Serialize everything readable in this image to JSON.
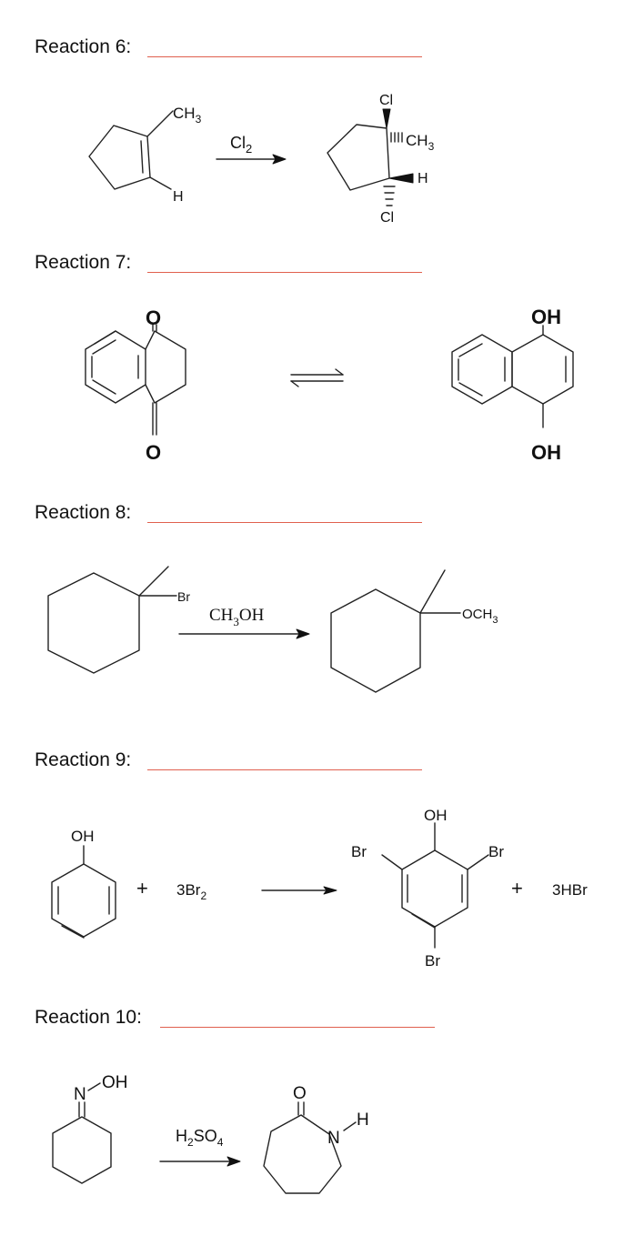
{
  "reactions": [
    {
      "label": "Reaction 6:",
      "reagent": "Cl2",
      "sm": {
        "ch3": "CH3",
        "h": "H"
      },
      "prod": {
        "cl_top": "Cl",
        "ch3": "CH3",
        "h": "H",
        "cl_bottom": "Cl"
      }
    },
    {
      "label": "Reaction 7:",
      "sm": {
        "o_top": "O",
        "o_bottom": "O"
      },
      "prod": {
        "oh_top": "OH",
        "oh_bottom": "OH"
      }
    },
    {
      "label": "Reaction 8:",
      "reagent": "CH3OH",
      "sm": {
        "br": "Br"
      },
      "prod": {
        "och3": "OCH3"
      }
    },
    {
      "label": "Reaction 9:",
      "reagent": "3Br2",
      "sm": {
        "oh": "OH"
      },
      "prod": {
        "oh": "OH",
        "br_left": "Br",
        "br_right": "Br",
        "br_bottom": "Br"
      },
      "byproduct": "3HBr"
    },
    {
      "label": "Reaction 10:",
      "reagent": "H2SO4",
      "sm": {
        "n": "N",
        "oh": "OH"
      },
      "prod": {
        "o": "O",
        "n": "N",
        "h": "H"
      }
    }
  ]
}
